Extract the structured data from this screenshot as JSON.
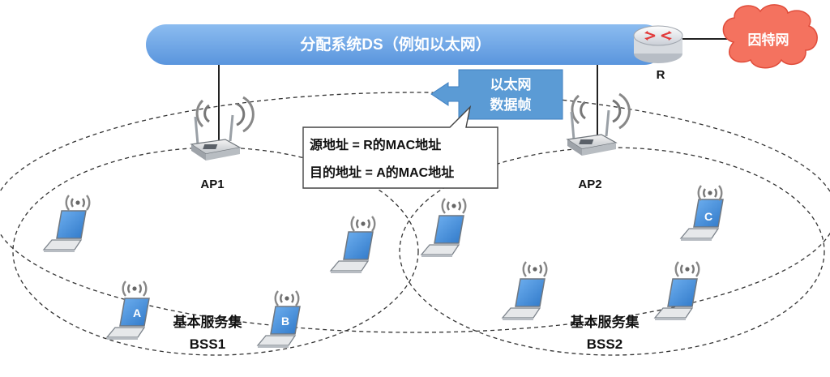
{
  "distribution_system": {
    "label": "分配系统DS（例如以太网）"
  },
  "router": {
    "label": "R"
  },
  "internet": {
    "label": "因特网"
  },
  "ethernet_frame": {
    "line1": "以太网",
    "line2": "数据帧"
  },
  "frame_addresses": {
    "source": "源地址 = R的MAC地址",
    "destination": "目的地址 = A的MAC地址"
  },
  "access_points": [
    {
      "label": "AP1"
    },
    {
      "label": "AP2"
    }
  ],
  "bss": [
    {
      "title": "基本服务集",
      "id": "BSS1"
    },
    {
      "title": "基本服务集",
      "id": "BSS2"
    }
  ],
  "hosts": [
    {
      "label": "A"
    },
    {
      "label": "B"
    },
    {
      "label": "C"
    }
  ],
  "colors": {
    "ds_blue": "#6aa5e8",
    "frame_blue": "#5b9bd5",
    "internet_red": "#f26b5b",
    "screen_blue": "#4a90d9"
  }
}
